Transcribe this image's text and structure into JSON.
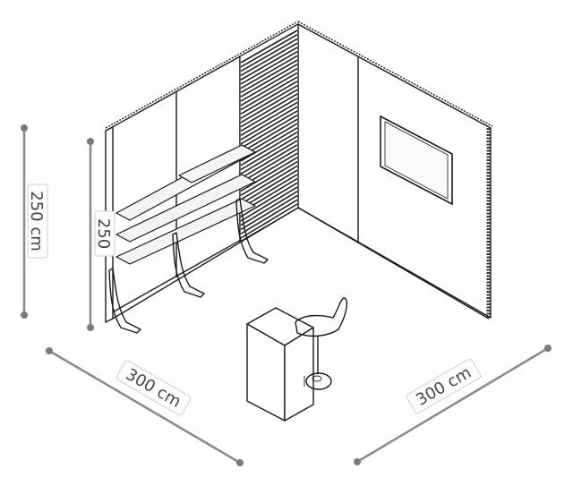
{
  "dimensions": {
    "height_outer": "250 cm",
    "height_inner": "250",
    "width_left": "300 cm",
    "width_right": "300 cm"
  },
  "colors": {
    "dimension_line": "#8a8a8a",
    "ink": "#1a1a1a",
    "background": "#ffffff"
  },
  "icons": [
    "booth-illustration",
    "shelving-unit",
    "counter",
    "bar-stool",
    "wall-screen"
  ]
}
